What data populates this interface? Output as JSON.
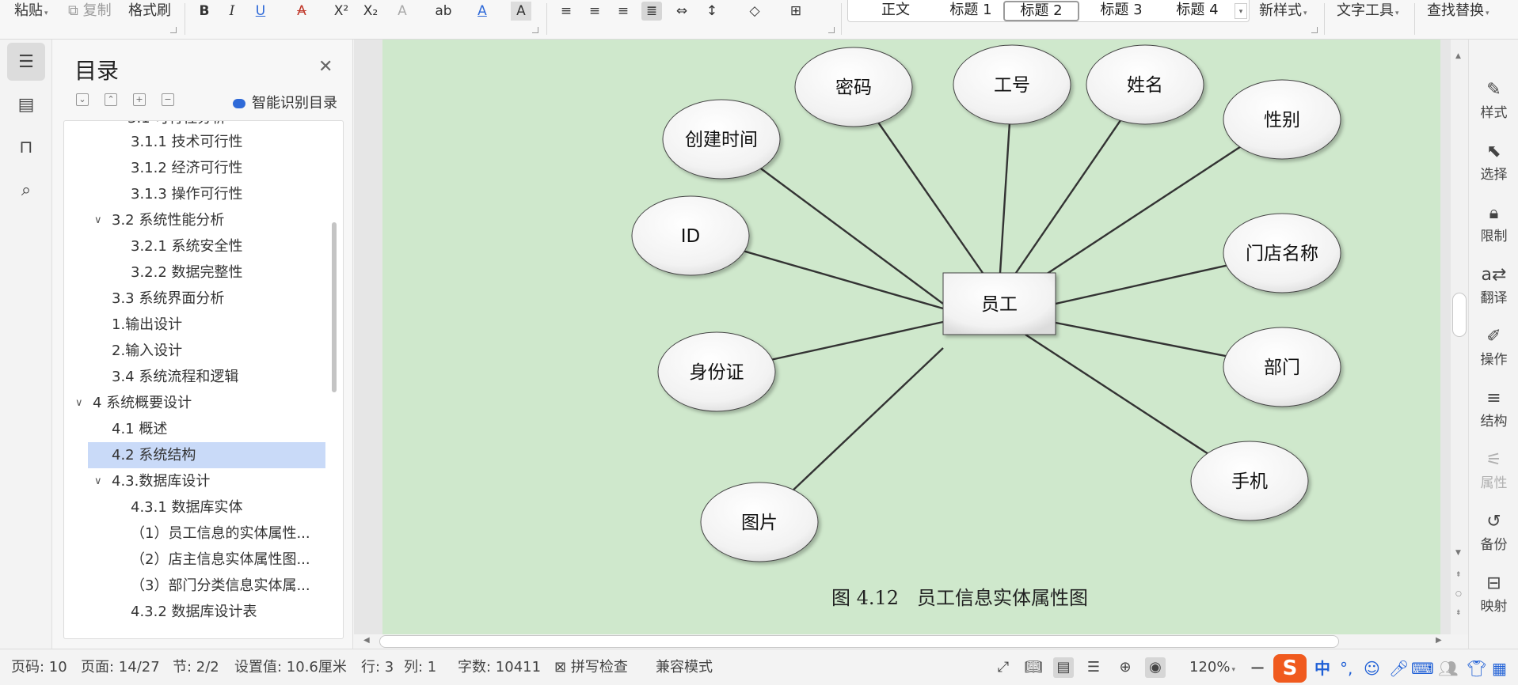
{
  "toolbar": {
    "paste": "粘贴",
    "copy": "复制",
    "format_painter": "格式刷",
    "styles": [
      "正文",
      "标题 1",
      "标题 2",
      "标题 3",
      "标题 4"
    ],
    "new_style": "新样式",
    "text_tools": "文字工具",
    "find_replace": "查找替换"
  },
  "toc": {
    "title": "目录",
    "smart_label": "智能识别目录",
    "items": [
      {
        "text": "3.1.1 技术可行性",
        "level": 3
      },
      {
        "text": "3.1.2 经济可行性",
        "level": 3
      },
      {
        "text": "3.1.3 操作可行性",
        "level": 3
      },
      {
        "text": "3.2 系统性能分析",
        "level": 2,
        "expanded": true
      },
      {
        "text": "3.2.1  系统安全性",
        "level": 3
      },
      {
        "text": "3.2.2  数据完整性",
        "level": 3
      },
      {
        "text": "3.3 系统界面分析",
        "level": 2
      },
      {
        "text": "1.输出设计",
        "level": 2
      },
      {
        "text": "2.输入设计",
        "level": 2
      },
      {
        "text": "3.4 系统流程和逻辑",
        "level": 2
      },
      {
        "text": "4 系统概要设计",
        "level": 1,
        "expanded": true
      },
      {
        "text": "4.1 概述",
        "level": 2
      },
      {
        "text": "4.2 系统结构",
        "level": 2,
        "selected": true
      },
      {
        "text": "4.3.数据库设计",
        "level": 2,
        "expanded": true
      },
      {
        "text": "4.3.1 数据库实体",
        "level": 3
      },
      {
        "text": "（1）员工信息的实体属性...",
        "level": 3
      },
      {
        "text": "（2）店主信息实体属性图...",
        "level": 3
      },
      {
        "text": "（3）部门分类信息实体属...",
        "level": 3
      },
      {
        "text": "4.3.2 数据库设计表",
        "level": 3
      }
    ]
  },
  "diagram": {
    "entity": "员工",
    "attributes": [
      "密码",
      "工号",
      "姓名",
      "性别",
      "创建时间",
      "门店名称",
      "ID",
      "部门",
      "身份证",
      "手机",
      "图片"
    ],
    "caption": "图 4.12   员工信息实体属性图"
  },
  "right_rail": [
    "样式",
    "选择",
    "限制",
    "翻译",
    "操作",
    "结构",
    "属性",
    "备份",
    "映射"
  ],
  "status": {
    "page_no": "页码: 10",
    "page": "页面: 14/27",
    "section": "节: 2/2",
    "setting": "设置值: 10.6厘米",
    "row": "行: 3",
    "col": "列: 1",
    "words": "字数: 10411",
    "spell": "拼写检查",
    "compat": "兼容模式",
    "zoom": "120%",
    "ime_lang": "中"
  }
}
